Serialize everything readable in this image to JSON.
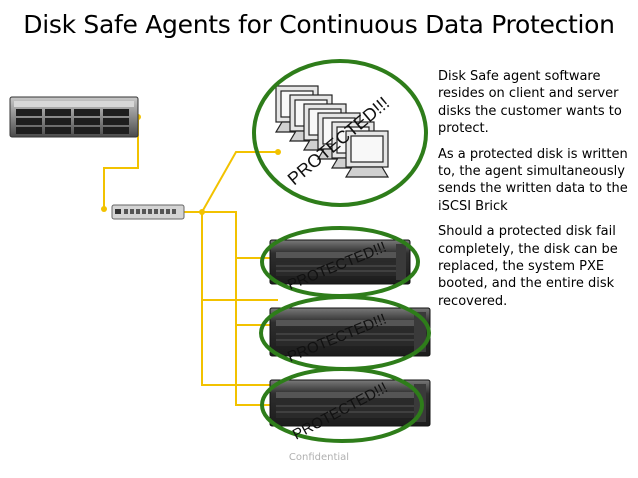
{
  "title": "Disk Safe Agents for Continuous Data Protection",
  "bullets": [
    "Disk Safe agent software resides on client and server disks the customer wants to protect.",
    "As a protected disk is written to, the agent simultaneously sends the written data to the iSCSI Brick",
    "Should a protected disk fail completely, the disk can be replaced, the system PXE booted, and the entire disk recovered."
  ],
  "stamp_text": "PROTECTED!!!",
  "footer": "Confidential",
  "colors": {
    "connector": "#f2c200",
    "protection_ring": "#2e7d1a",
    "server_chassis": "#3a3a3a"
  },
  "icons": {
    "storage_array": "storage-array-icon",
    "network_switch": "network-switch-icon",
    "client_pcs": "client-pc-stack-icon",
    "rack_server": "rack-server-icon"
  }
}
